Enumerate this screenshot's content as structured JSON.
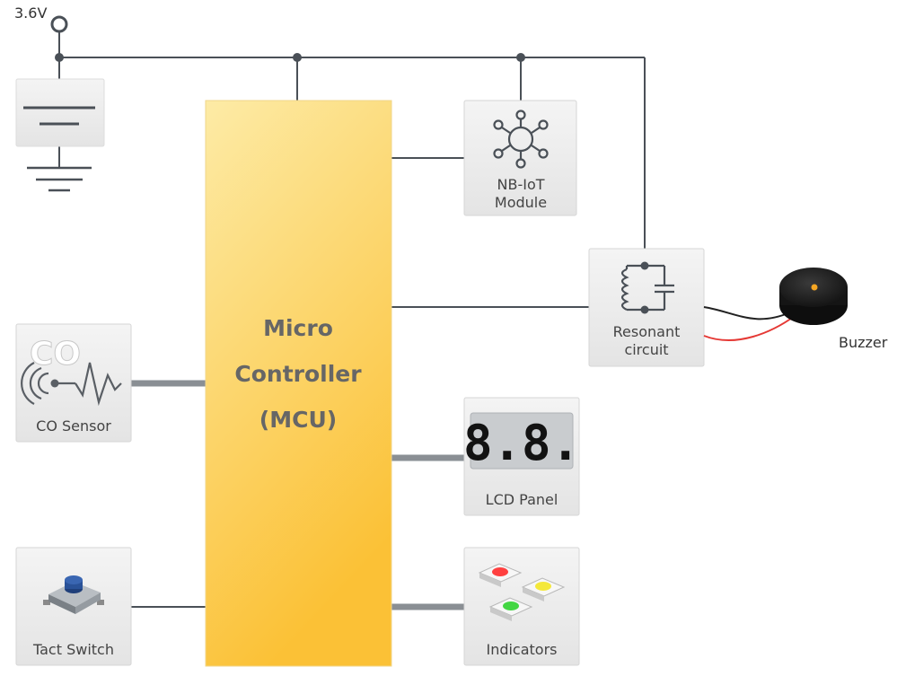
{
  "supply": {
    "label": "3.6V"
  },
  "mcu": {
    "lines": [
      "Micro",
      "Controller",
      "(MCU)"
    ]
  },
  "blocks": {
    "nbiot": {
      "lines": [
        "NB-IoT",
        "Module"
      ]
    },
    "resonant": {
      "lines": [
        "Resonant",
        "circuit"
      ]
    },
    "co_sensor": {
      "label": "CO Sensor",
      "glyph": "CO"
    },
    "lcd": {
      "label": "LCD Panel",
      "digits": "8.8."
    },
    "tact": {
      "label": "Tact Switch"
    },
    "indicators": {
      "label": "Indicators"
    }
  },
  "buzzer": {
    "label": "Buzzer"
  },
  "colors": {
    "wire": "#4a5057",
    "bus": "#8a8f94",
    "mcu_top": "#fdeaa0",
    "mcu_bottom": "#fbc138",
    "box": "#ededed",
    "led_red": "#ff4040",
    "led_green": "#43d643",
    "led_yellow": "#f4e83a",
    "buzzer_wire_red": "#e53935"
  }
}
